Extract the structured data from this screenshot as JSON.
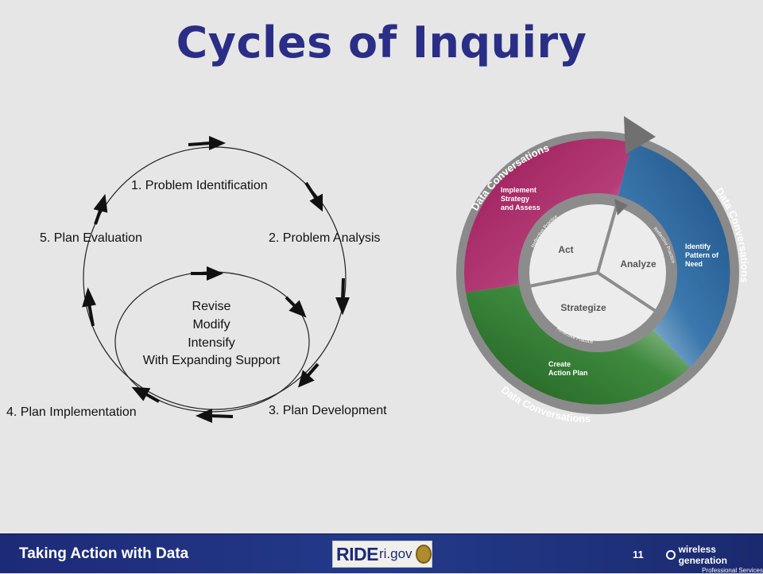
{
  "slide": {
    "title": "Cycles of Inquiry"
  },
  "cycle": {
    "steps": [
      "1.  Problem Identification",
      "2. Problem Analysis",
      "3. Plan Development",
      "4. Plan Implementation",
      "5. Plan Evaluation"
    ],
    "inner_loop": [
      "Revise",
      "Modify",
      "Intensify",
      "With Expanding Support"
    ]
  },
  "wheel": {
    "outer_labels": [
      "Data Conversations",
      "Data Conversations",
      "Data Conversations"
    ],
    "segment_labels": [
      "Implement\nStrategy\nand Assess",
      "Identify\nPattern of\nNeed",
      "Create\nAction Plan"
    ],
    "inner_labels": [
      "Act",
      "Analyze",
      "Strategize"
    ],
    "reflective_labels": [
      "Reflective Practice",
      "Reflective Practice",
      "Reflective Practice"
    ],
    "colors": {
      "implement": "#a3245f",
      "identify": "#2a5a8e",
      "create": "#2f6b2f",
      "ring": "#6e6e6e"
    }
  },
  "footer": {
    "title": "Taking Action with Data",
    "ride_text": "RIDE",
    "ride_domain": "ri.gov",
    "page_number": "11",
    "partner_name": "wireless generation",
    "partner_sub": "Professional Services"
  }
}
